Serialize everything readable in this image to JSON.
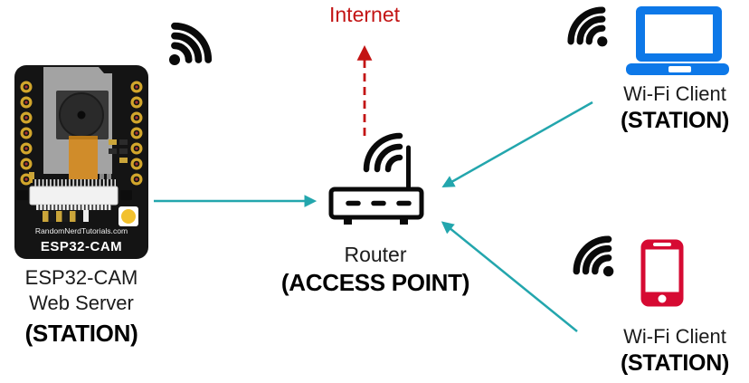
{
  "colors": {
    "arrow_teal": "#23a6ad",
    "internet_red": "#c31414",
    "laptop_blue": "#0d78e8",
    "phone_red": "#d60a32",
    "icon_black": "#0a0a0a",
    "text_black": "#1b1b1b",
    "board_black": "#141414"
  },
  "esp32": {
    "board_brand": "RandomNerdTutorials.com",
    "board_name": "ESP32-CAM",
    "label_line1": "ESP32-CAM",
    "label_line2": "Web Server",
    "mode": "(STATION)"
  },
  "internet": {
    "label": "Internet"
  },
  "router": {
    "label": "Router",
    "mode": "(ACCESS POINT)"
  },
  "clients": {
    "laptop": {
      "label": "Wi-Fi Client",
      "mode": "(STATION)"
    },
    "phone": {
      "label": "Wi-Fi Client",
      "mode": "(STATION)"
    }
  },
  "icons": {
    "esp32_wifi": "wifi-signal-icon",
    "router_wifi": "wifi-arcs-icon",
    "laptop": "laptop-icon",
    "phone": "smartphone-icon",
    "router": "router-icon",
    "internet_arrow": "dashed-up-arrow-icon",
    "connection_arrow": "solid-teal-arrow-icon"
  }
}
